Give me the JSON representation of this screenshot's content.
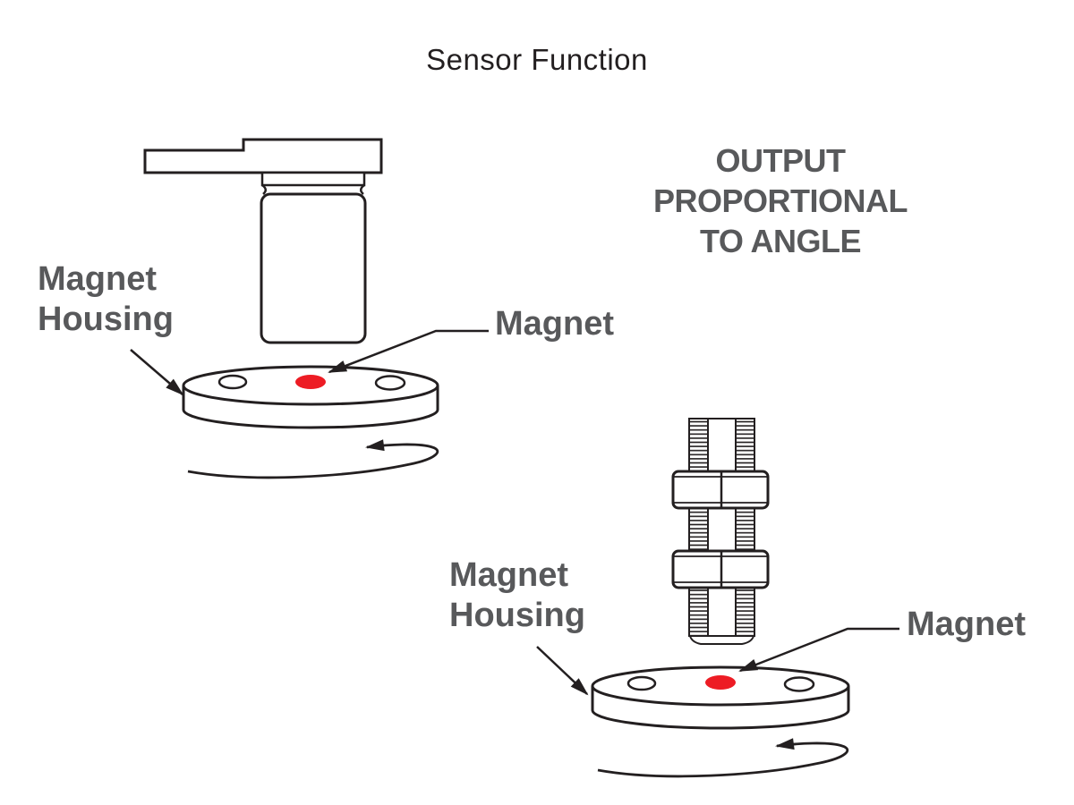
{
  "title": "Sensor Function",
  "output_note": {
    "text": "OUTPUT\nPROPORTIONAL\nTO ANGLE"
  },
  "top_assembly": {
    "housing_label": "Magnet\nHousing",
    "magnet_label": "Magnet"
  },
  "bottom_assembly": {
    "housing_label": "Magnet\nHousing",
    "magnet_label": "Magnet"
  },
  "colors": {
    "line": "#231f20",
    "label": "#58595b",
    "magnet": "#ed1c24"
  }
}
